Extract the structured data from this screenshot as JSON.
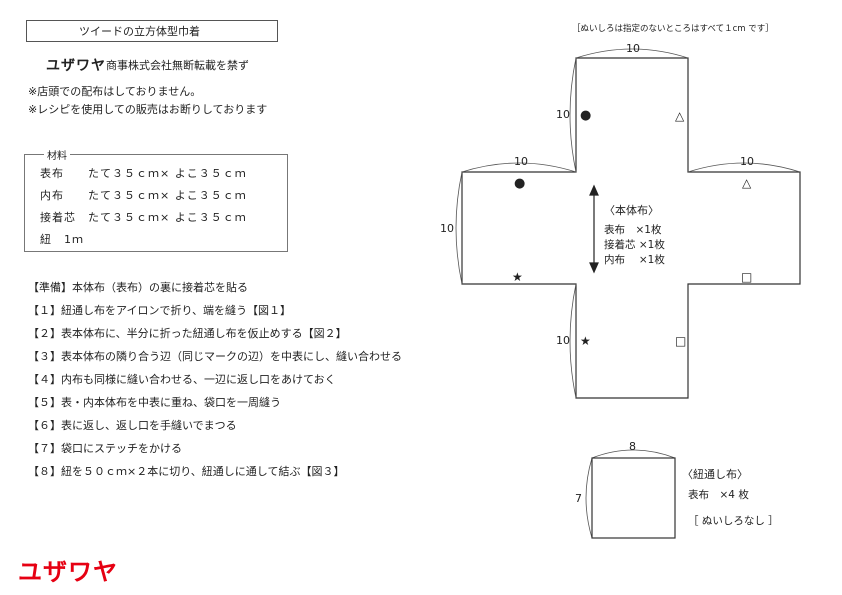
{
  "header": {
    "title": "ツイードの立方体型巾着",
    "brand_small": "ユザワヤ",
    "copyright": "商事株式会社無断転載を禁ず",
    "notes": [
      "※店頭での配布はしておりません。",
      "※レシピを使用しての販売はお断りしております"
    ]
  },
  "materials": {
    "legend": "材料",
    "rows": [
      {
        "name": "表布",
        "value": "たて３５ｃｍ× よこ３５ｃｍ"
      },
      {
        "name": "内布",
        "value": "たて３５ｃｍ× よこ３５ｃｍ"
      },
      {
        "name": "接着芯",
        "value": "たて３５ｃｍ× よこ３５ｃｍ"
      },
      {
        "name": "紐",
        "value": "1ｍ"
      }
    ]
  },
  "steps": [
    "【準備】本体布（表布）の裏に接着芯を貼る",
    "【１】紐通し布をアイロンで折り、端を縫う【図１】",
    "【２】表本体布に、半分に折った紐通し布を仮止めする【図２】",
    "【３】表本体布の隣り合う辺（同じマークの辺）を中表にし、縫い合わせる",
    "【４】内布も同様に縫い合わせる、一辺に返し口をあけておく",
    "【５】表・内本体布を中表に重ね、袋口を一周縫う",
    "【６】表に返し、返し口を手縫いでまつる",
    "【７】袋口にステッチをかける",
    "【８】紐を５０ｃｍ×２本に切り、紐通しに通して結ぶ【図３】"
  ],
  "diagram": {
    "seam_note": "［ぬいしろは指定のないところはすべて１cm です］",
    "dim_top": "10",
    "dim_top_left": "10",
    "dim_left_arm_top": "10",
    "dim_right_arm_top": "10",
    "dim_left": "10",
    "dim_bottom_left": "10",
    "main_label": "〈本体布〉",
    "main_rows": [
      "表布　×1枚",
      "接着芯 ×1枚",
      "内布　 ×1枚"
    ],
    "marks": {
      "circle": "●",
      "triangle": "△",
      "star": "★",
      "square": "□"
    },
    "strip_label": "〈紐通し布〉",
    "strip_row": "表布　×4 枚",
    "strip_note": "［ ぬいしろなし ］",
    "strip_width": "8",
    "strip_height": "7"
  },
  "footer": {
    "brand_big": "ユザワヤ"
  },
  "colors": {
    "brand_red": "#e60012",
    "line": "#333333"
  }
}
